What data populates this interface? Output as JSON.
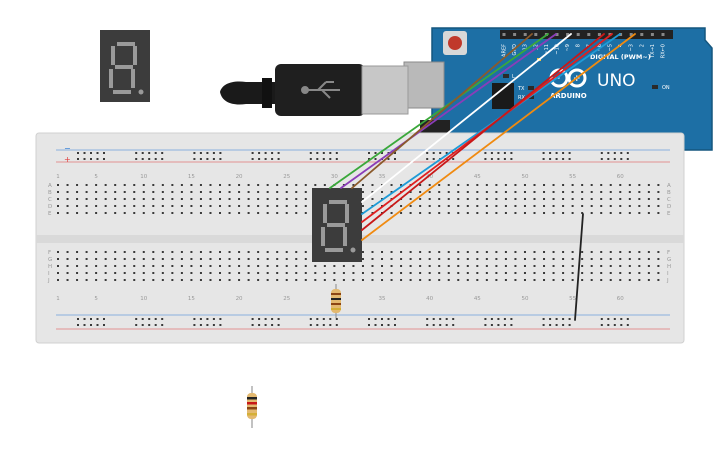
{
  "arduino": {
    "model": "UNO",
    "brand": "ARDUINO",
    "on_label": "ON",
    "tx_label": "TX",
    "rx_label": "RX",
    "digital_label": "DIGITAL (PWM~)",
    "pin_labels": [
      "AREF",
      "GND",
      "13",
      "12",
      "~11",
      "~10",
      "~9",
      "8",
      "7",
      "~6",
      "~5",
      "4",
      "~3",
      "2",
      "TX→1",
      "RX←0"
    ],
    "l_label": "L"
  },
  "breadboard": {
    "column_numbers": [
      "1",
      "5",
      "10",
      "15",
      "20",
      "25",
      "30",
      "35",
      "40",
      "45",
      "50",
      "55",
      "60"
    ],
    "row_letters_top": [
      "A",
      "B",
      "C",
      "D",
      "E"
    ],
    "row_letters_bottom": [
      "F",
      "G",
      "H",
      "I",
      "J"
    ],
    "rail_minus": "−",
    "rail_plus": "+"
  },
  "displays": [
    {
      "id": "loose-display",
      "digit": "8"
    },
    {
      "id": "board-display",
      "digit": "8"
    }
  ],
  "colors": {
    "board": "#e6e6e6",
    "arduino": "#1d6fa5",
    "wire_green": "#3aa83a",
    "wire_purple": "#8a3db8",
    "wire_brown": "#8b5a2b",
    "wire_white": "#ffffff",
    "wire_blue": "#1e9bd7",
    "wire_red": "#e02020",
    "wire_orange": "#f08a10",
    "wire_black": "#222222"
  }
}
